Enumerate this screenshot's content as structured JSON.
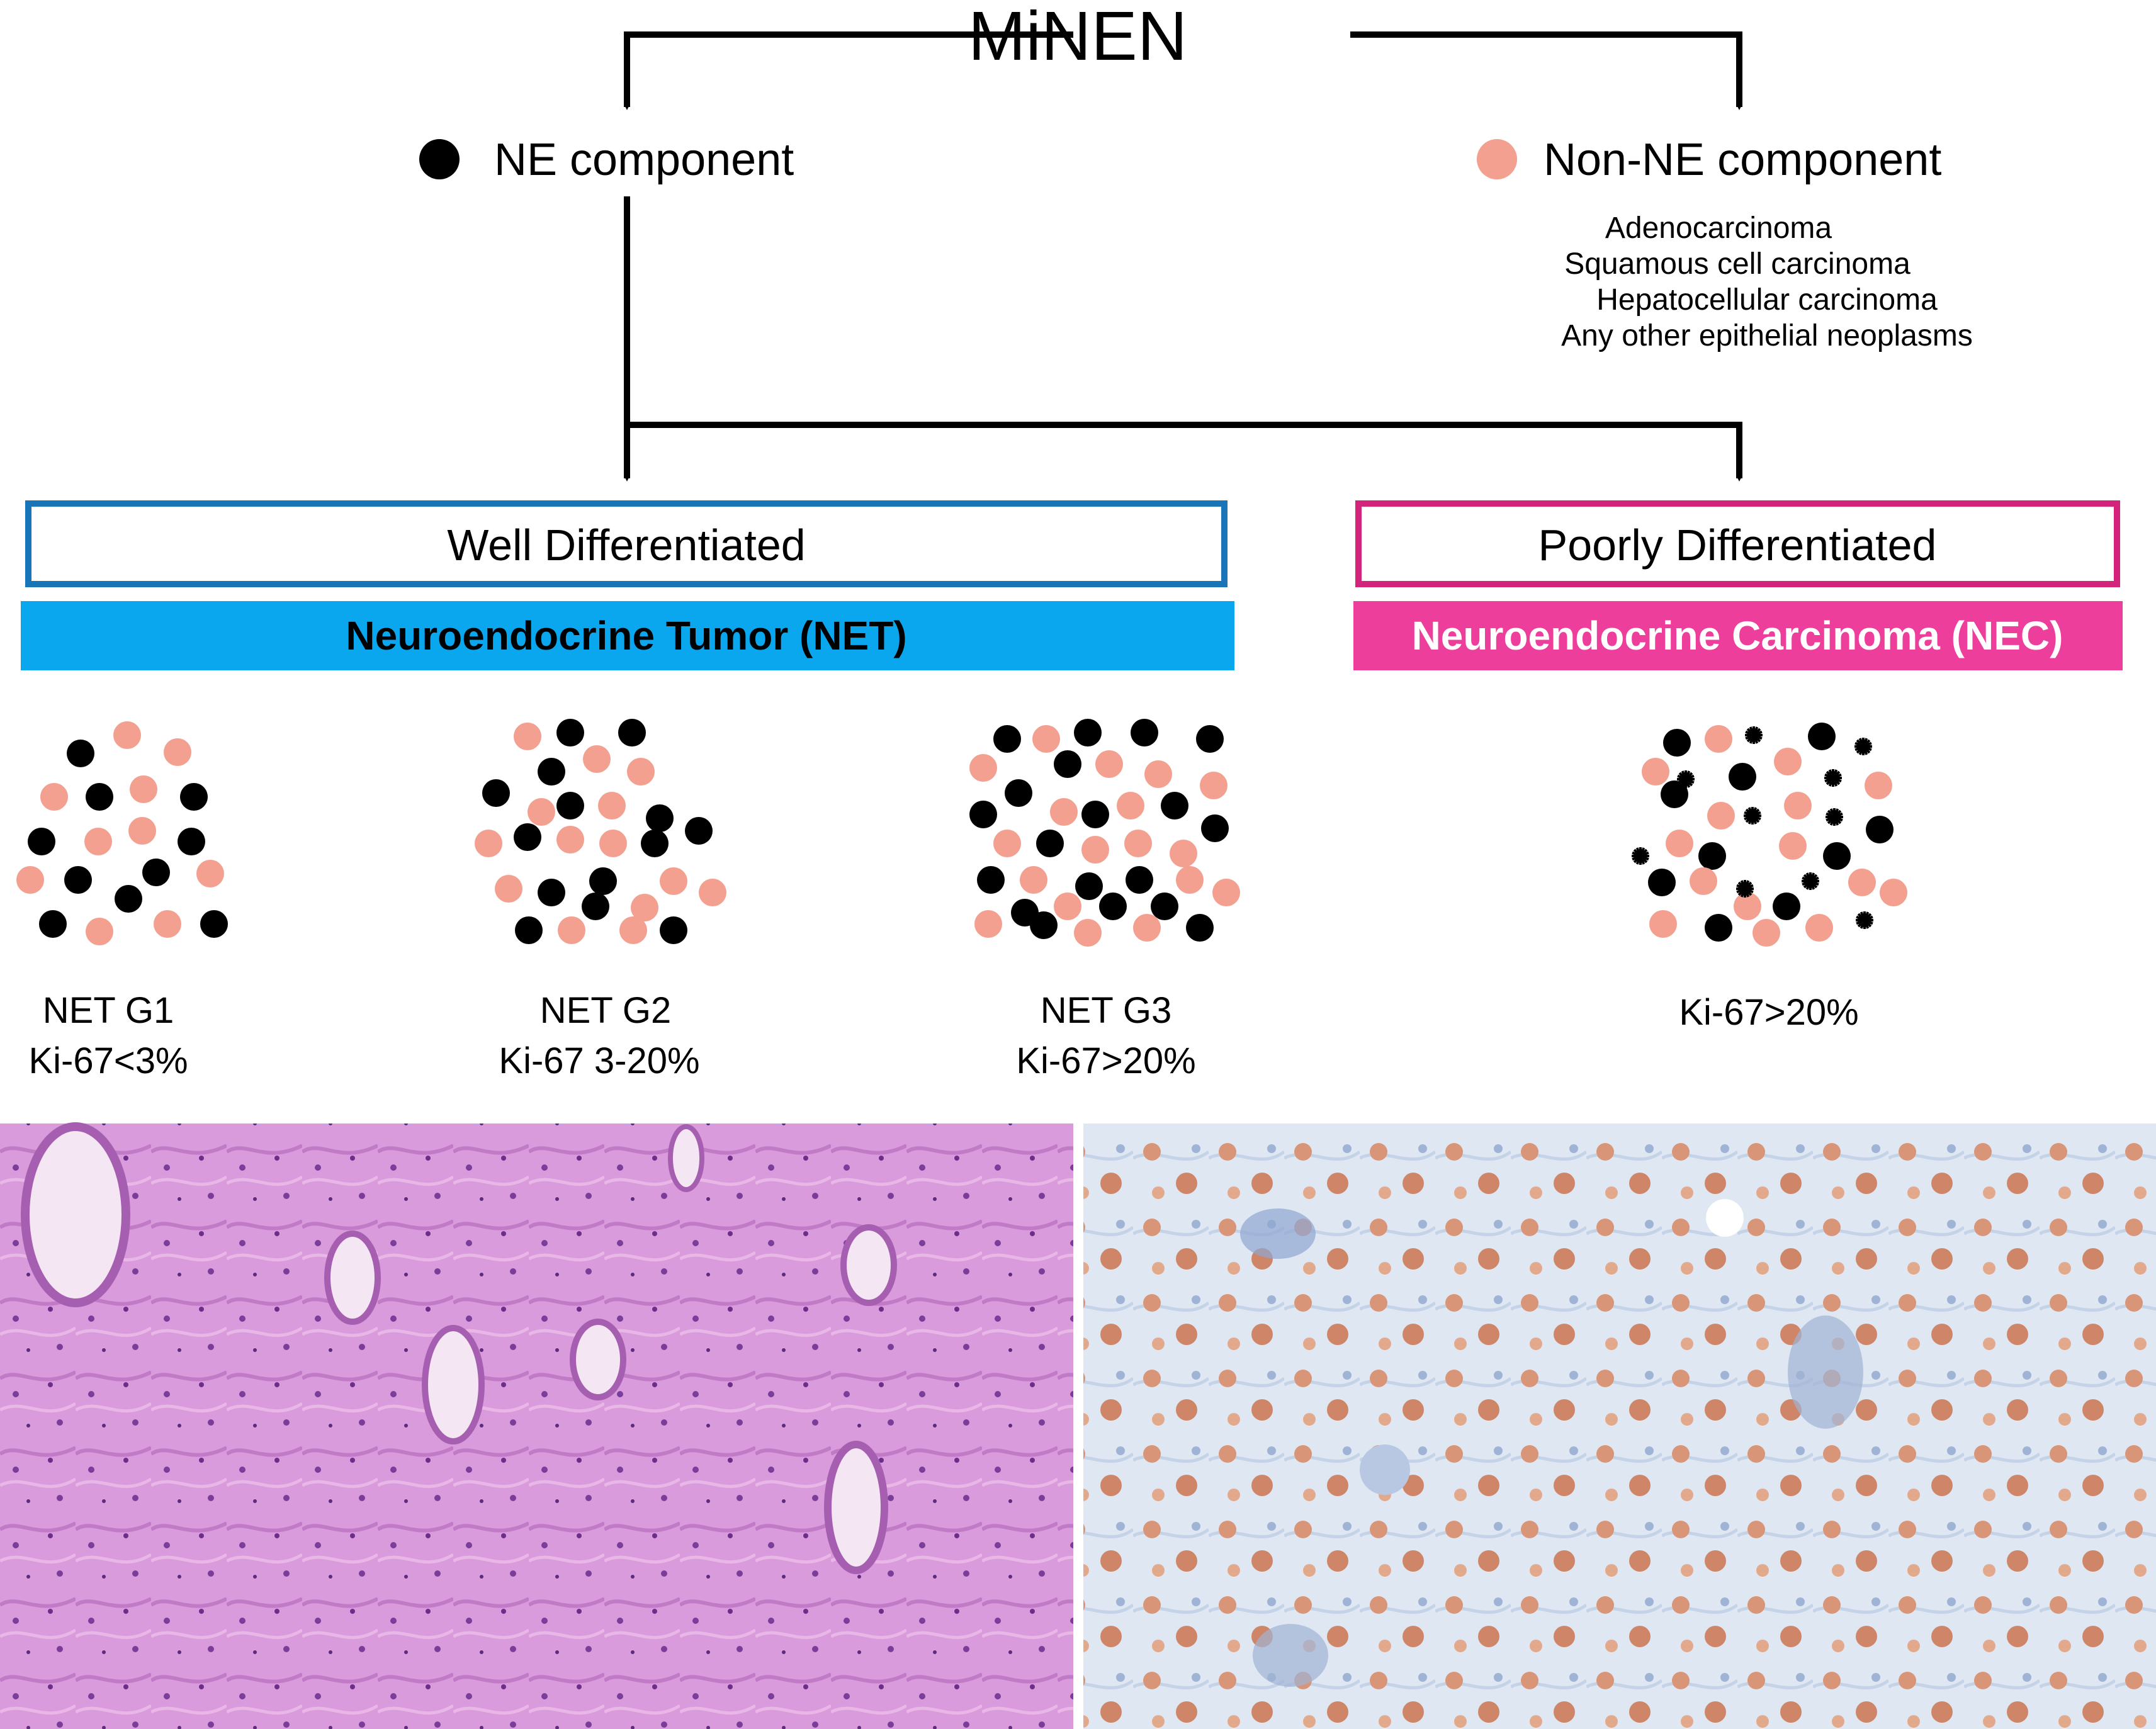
{
  "title": "MiNEN",
  "ne_component": {
    "label": "NE component"
  },
  "non_ne_component": {
    "label": "Non-NE component",
    "examples": [
      "Adenocarcinoma",
      "Squamous cell carcinoma",
      "Hepatocellular carcinoma",
      "Any other epithelial neoplasms"
    ]
  },
  "well": {
    "label": "Well Differentiated",
    "band": "Neuroendocrine Tumor (NET)"
  },
  "poorly": {
    "label": "Poorly Differentiated",
    "band": "Neuroendocrine Carcinoma (NEC)"
  },
  "grades": [
    {
      "name": "NET G1",
      "ki67": "Ki-67<3%"
    },
    {
      "name": "NET G2",
      "ki67": "Ki-67 3-20%"
    },
    {
      "name": "NET G3",
      "ki67": "Ki-67>20%"
    },
    {
      "name": "",
      "ki67": "Ki-67>20%"
    }
  ],
  "colors": {
    "ne_dot": "#000000",
    "non_ne_dot": "#f4a090",
    "well_border": "#1a75b8",
    "net_band": "#0aa6ee",
    "poorly_border": "#d3237a",
    "nec_band": "#ee3e9c",
    "nec_band_text": "#ffffff",
    "he_stain": "#d68fd6",
    "ihc_stain": "#dbe4f0"
  },
  "images": [
    {
      "kind": "H&E histology micrograph"
    },
    {
      "kind": "immunohistochemistry micrograph"
    }
  ]
}
